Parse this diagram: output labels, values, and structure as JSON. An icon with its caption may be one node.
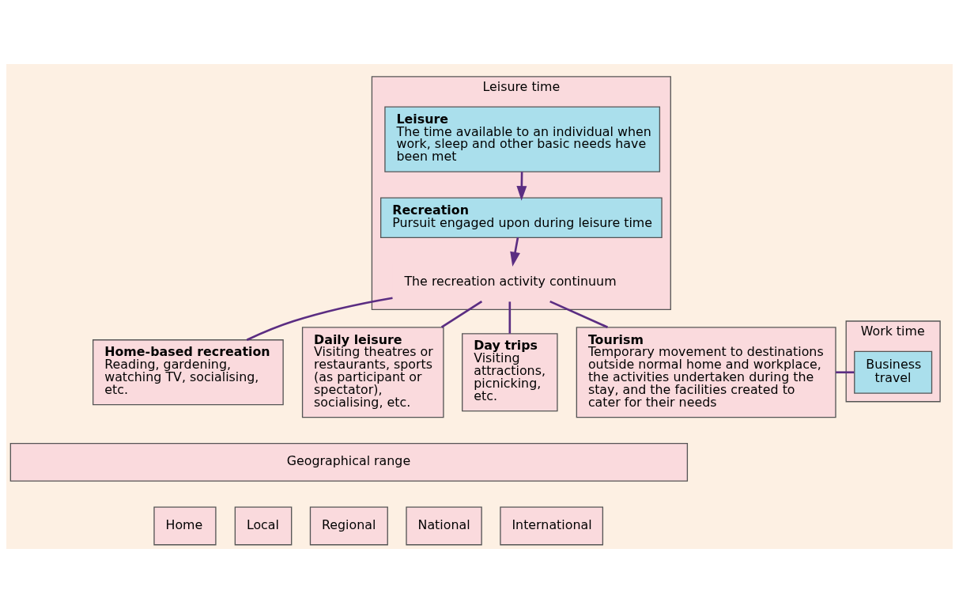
{
  "diagram": {
    "nodes": [
      {
        "text": [
          "Leisure time"
        ]
      },
      {
        "text": [
          "Leisure",
          "The time available to an individual when work, sleep and other basic needs have been met"
        ],
        "in": 0
      },
      {
        "text": [
          "Recreation",
          "Pursuit engaged upon during leisure time"
        ],
        "in": 0
      },
      {
        "text": [
          "The recreation activity continuum"
        ],
        "in": 0
      },
      {
        "text": [
          "Home-based recreation",
          "Reading, gardening, watching TV, socialising, etc."
        ]
      },
      {
        "text": [
          "Daily leisure",
          "Visiting theatres or restaurants, sports (as participant or spectator), socialising, etc."
        ]
      },
      {
        "text": [
          "Day trips",
          "Visiting attractions, picnicking, etc."
        ]
      },
      {
        "text": [
          "Tourism",
          "Temporary movement to destinations outside normal home and workplace, the activities undertaken during the stay, and the facilities created to cater for their needs"
        ]
      },
      {
        "text": [
          "Work time"
        ]
      },
      {
        "text": [
          "Business travel"
        ],
        "in": 8
      },
      {
        "text": [
          "Geographical range"
        ]
      },
      {
        "text": [
          "Home"
        ]
      },
      {
        "text": [
          "Local"
        ]
      },
      {
        "text": [
          "Regional"
        ]
      },
      {
        "text": [
          "National"
        ]
      },
      {
        "text": [
          "International"
        ]
      }
    ],
    "edges": [
      {
        "from": 1,
        "to": 2,
        "arrow": "to"
      },
      {
        "from": 2,
        "to": 3,
        "arrow": "to"
      },
      {
        "from": 3,
        "to": 4,
        "arrow": "none"
      },
      {
        "from": 3,
        "to": 5,
        "arrow": "none"
      },
      {
        "from": 3,
        "to": 6,
        "arrow": "none"
      },
      {
        "from": 3,
        "to": 7,
        "arrow": "none"
      },
      {
        "from": 7,
        "to": 9,
        "arrow": "none"
      }
    ]
  }
}
